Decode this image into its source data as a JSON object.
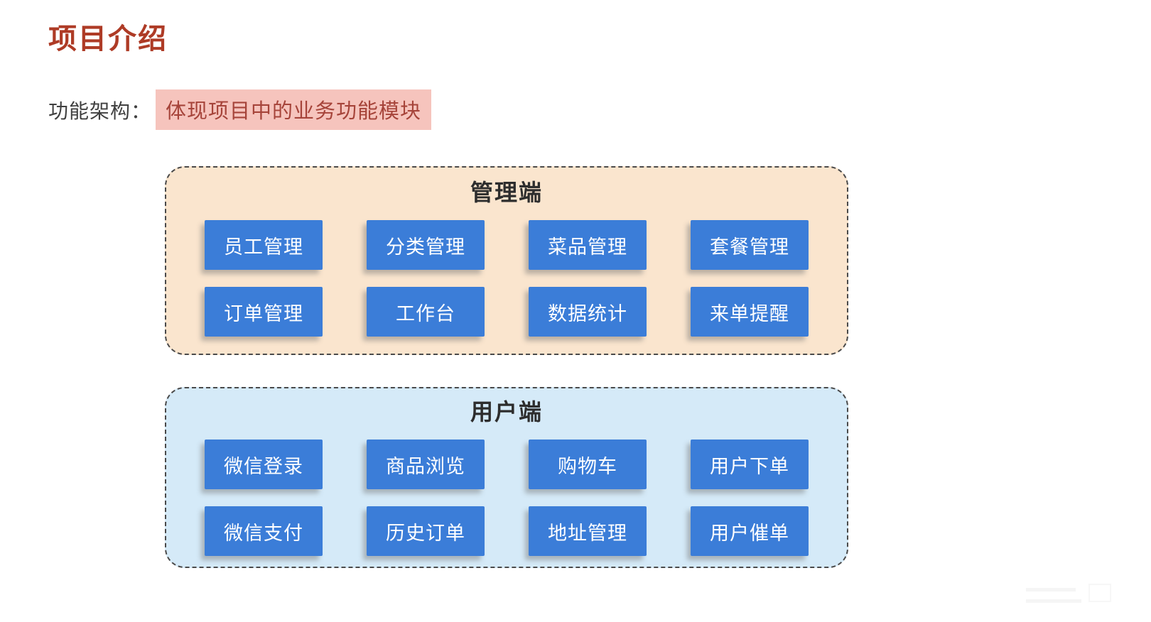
{
  "page_title": "项目介绍",
  "subtitle": {
    "label": "功能架构：",
    "highlight": "体现项目中的业务功能模块"
  },
  "colors": {
    "title_color": "#AE3B26",
    "subtitle_color": "#404040",
    "highlight_bg": "#F6C4BD",
    "highlight_text": "#A6443A",
    "panel_admin_bg": "#FAE5CE",
    "panel_user_bg": "#D5EAF8",
    "panel_border": "#4A4A4A",
    "panel_title_color": "#2D2D2D",
    "button_bg": "#3B7DD8",
    "button_text": "#FFFFFF"
  },
  "panels": [
    {
      "title": "管理端",
      "buttons": [
        "员工管理",
        "分类管理",
        "菜品管理",
        "套餐管理",
        "订单管理",
        "工作台",
        "数据统计",
        "来单提醒"
      ]
    },
    {
      "title": "用户端",
      "buttons": [
        "微信登录",
        "商品浏览",
        "购物车",
        "用户下单",
        "微信支付",
        "历史订单",
        "地址管理",
        "用户催单"
      ]
    }
  ]
}
